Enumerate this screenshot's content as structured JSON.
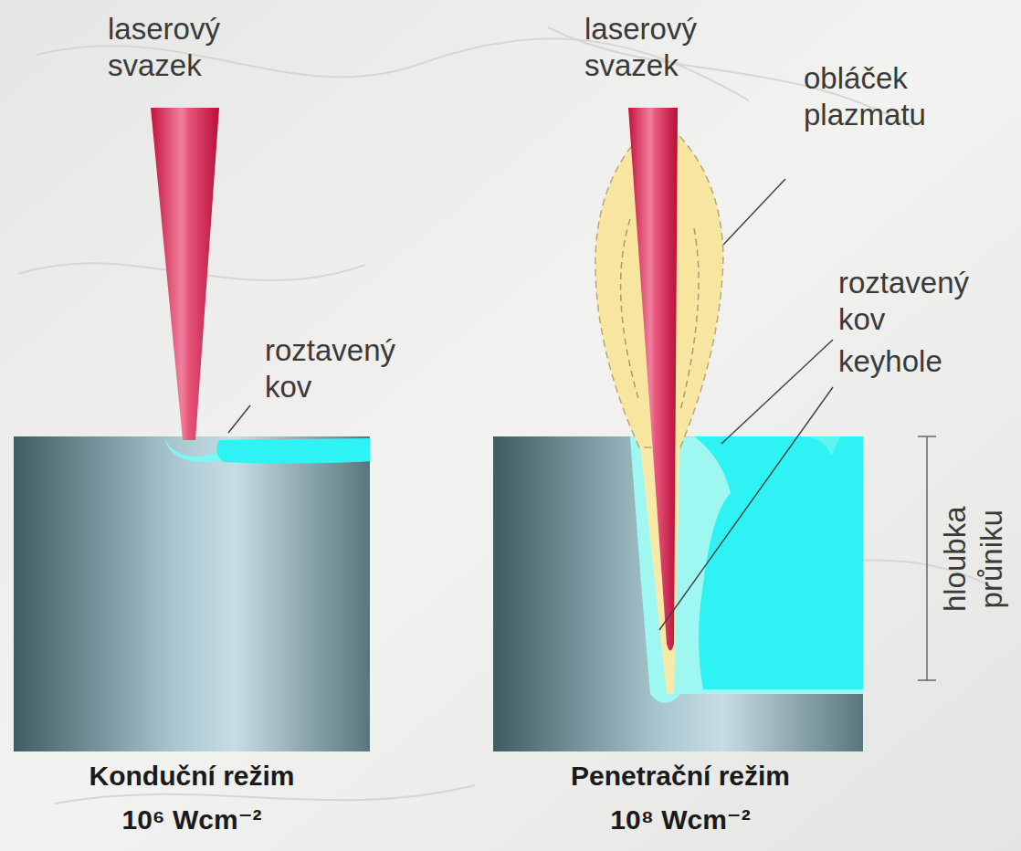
{
  "diagram": {
    "labels": [
      "laserový svazek",
      "roztavený kov",
      "Konduční režim",
      "10⁶ Wcm⁻²",
      "laserový svazek",
      "obláček plazmatu",
      "roztavený kov",
      "keyhole",
      "hloubka průniku",
      "Penetrační režim",
      "10⁸ Wcm⁻²"
    ]
  }
}
